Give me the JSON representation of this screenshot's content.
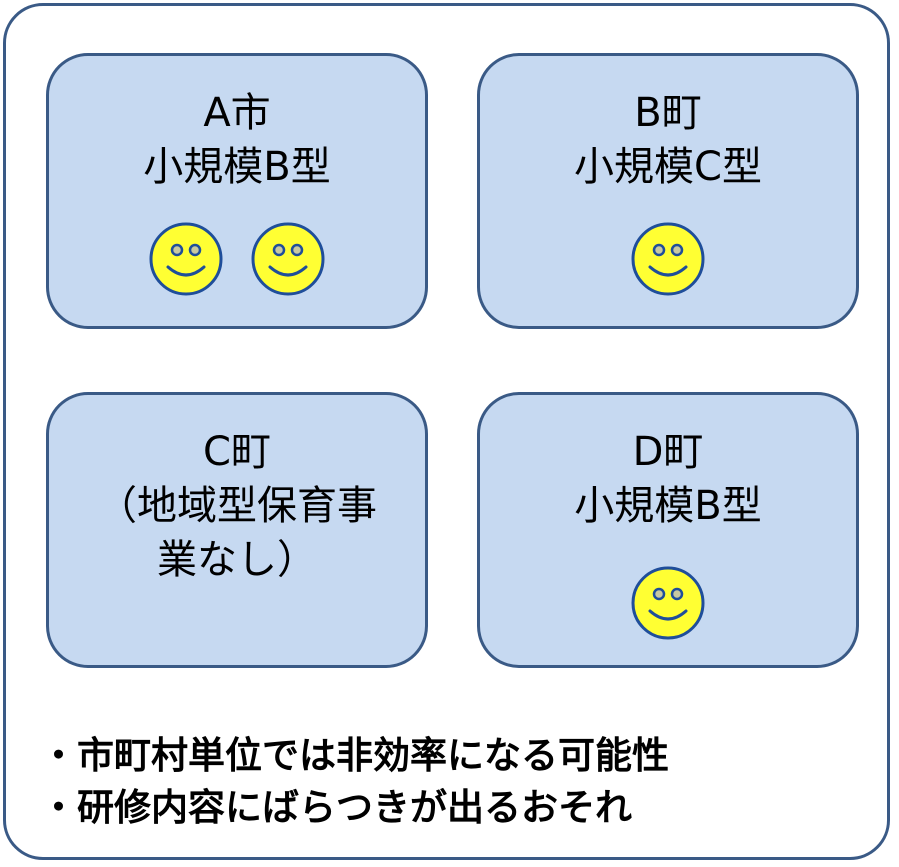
{
  "cards": {
    "a": {
      "lines": [
        "A市",
        "小規模B型"
      ],
      "face_count": 2
    },
    "b": {
      "lines": [
        "B町",
        "小規模C型"
      ],
      "face_count": 1
    },
    "c": {
      "lines": [
        "C町",
        "（地域型保育事",
        "業なし）"
      ],
      "face_count": 0
    },
    "d": {
      "lines": [
        "D町",
        "小規模B型"
      ],
      "face_count": 1
    }
  },
  "notes": [
    "・市町村単位では非効率になる可能性",
    "・研修内容にばらつきが出るおそれ"
  ],
  "colors": {
    "card_fill": "#c6d9f1",
    "border": "#3a5a86",
    "face_fill": "#ffff33",
    "face_outline": "#1f4e9a"
  }
}
